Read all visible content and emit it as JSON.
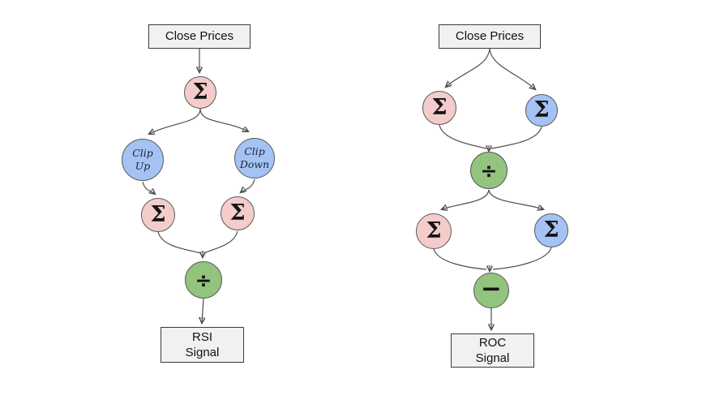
{
  "colors": {
    "sum_fill": "#f4cccc",
    "clip_fill": "#a4c2f4",
    "op_fill": "#93c47d",
    "box_fill": "#f1f1f1",
    "box_border": "#3b3b3b",
    "node_border": "#595959",
    "edge": "#4d4d4d"
  },
  "left": {
    "input_label": "Close Prices",
    "sum_top": "Σ",
    "clip_up": [
      "Clip",
      "Up"
    ],
    "clip_down": [
      "Clip",
      "Down"
    ],
    "sum_left": "Σ",
    "sum_right": "Σ",
    "divide": "÷",
    "output": [
      "RSI",
      "Signal"
    ]
  },
  "right": {
    "input_label": "Close Prices",
    "sum_row1_left": "Σ",
    "sum_row1_right": "Σ",
    "divide": "÷",
    "sum_row2_left": "Σ",
    "sum_row2_right": "Σ",
    "minus": "−",
    "output": [
      "ROC",
      "Signal"
    ]
  }
}
